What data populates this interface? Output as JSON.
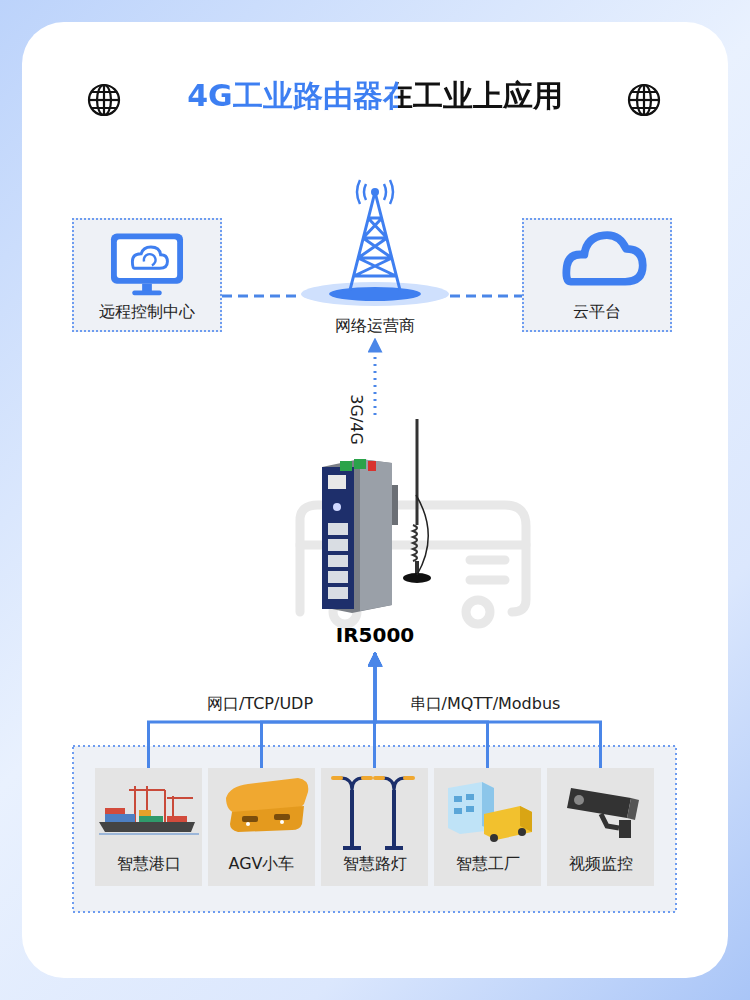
{
  "diagram": {
    "title": "4G工业路由器在工业上应用",
    "nodes": [
      {
        "text": [
          "远程控制中心"
        ]
      },
      {
        "text": [
          "网络运营商"
        ]
      },
      {
        "text": [
          "云平台"
        ]
      },
      {
        "text": [
          "IR5000"
        ]
      },
      {
        "text": [
          "智慧港口"
        ]
      },
      {
        "text": [
          "AGV小车"
        ]
      },
      {
        "text": [
          "智慧路灯"
        ]
      },
      {
        "text": [
          "智慧工厂"
        ]
      },
      {
        "text": [
          "视频监控"
        ]
      }
    ],
    "edges": [
      {
        "from": 0,
        "to": 1,
        "arrow": "none"
      },
      {
        "from": 1,
        "to": 2,
        "arrow": "none"
      },
      {
        "from": 3,
        "to": 1,
        "label": "3G/4G",
        "arrow": "to"
      },
      {
        "from": 4,
        "to": 3,
        "arrow": "to"
      },
      {
        "from": 5,
        "to": 3,
        "label": "网口/TCP/UDP",
        "arrow": "to"
      },
      {
        "from": 6,
        "to": 3,
        "arrow": "to"
      },
      {
        "from": 7,
        "to": 3,
        "label": "串口/MQTT/Modbus",
        "arrow": "to"
      },
      {
        "from": 8,
        "to": 3,
        "arrow": "to"
      }
    ]
  }
}
